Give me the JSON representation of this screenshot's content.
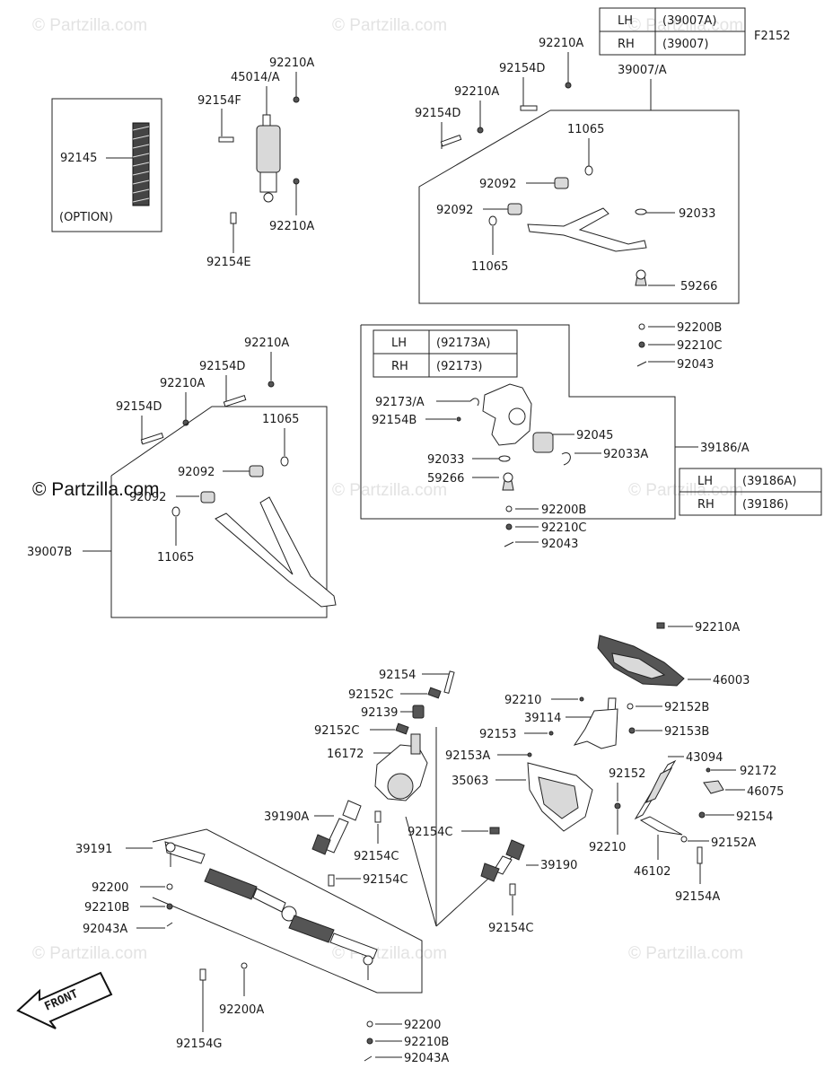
{
  "diagram_code": "F2152",
  "watermark": "© Partzilla.com",
  "watermark_main": "© Partzilla.com",
  "front_label": "FRONT",
  "option_label": "(OPTION)",
  "tables": {
    "arm_upper": {
      "lh_label": "LH",
      "lh_value": "(39007A)",
      "rh_label": "RH",
      "rh_value": "(39007)"
    },
    "knuckle_part": {
      "lh_label": "LH",
      "lh_value": "(92173A)",
      "rh_label": "RH",
      "rh_value": "(92173)"
    },
    "knuckle": {
      "lh_label": "LH",
      "lh_value": "(39186A)",
      "rh_label": "RH",
      "rh_value": "(39186)"
    }
  },
  "labels": {
    "l92145": "92145",
    "l92210A_1": "92210A",
    "l45014A": "45014/A",
    "l92154F": "92154F",
    "l92210A_2": "92210A",
    "l92154E": "92154E",
    "l92210A_3": "92210A",
    "l92154D_1": "92154D",
    "l92210A_4": "92210A",
    "l92154D_2": "92154D",
    "l39007A": "39007/A",
    "l11065_1": "11065",
    "l92092_1": "92092",
    "l92092_2": "92092",
    "l92033_1": "92033",
    "l11065_2": "11065",
    "l59266_1": "59266",
    "l92200B_1": "92200B",
    "l92210C_1": "92210C",
    "l92043_1": "92043",
    "l92210A_5": "92210A",
    "l92154D_3": "92154D",
    "l92210A_6": "92210A",
    "l92154D_4": "92154D",
    "l11065_3": "11065",
    "l92092_3": "92092",
    "l92092_4": "92092",
    "l11065_4": "11065",
    "l39007B": "39007B",
    "l92173A": "92173/A",
    "l92154B": "92154B",
    "l92045": "92045",
    "l92033A": "92033A",
    "l92033_2": "92033",
    "l59266_2": "59266",
    "l39186A": "39186/A",
    "l92200B_2": "92200B",
    "l92210C_2": "92210C",
    "l92043_2": "92043",
    "l92210A_7": "92210A",
    "l46003": "46003",
    "l92154_1": "92154",
    "l92152C_1": "92152C",
    "l92139": "92139",
    "l92152C_2": "92152C",
    "l16172": "16172",
    "l92210_1": "92210",
    "l92152B": "92152B",
    "l39114": "39114",
    "l92153": "92153",
    "l92153B": "92153B",
    "l92153A": "92153A",
    "l43094": "43094",
    "l92172": "92172",
    "l35063": "35063",
    "l92152_1": "92152",
    "l46075": "46075",
    "l39190A": "39190A",
    "l92154_2": "92154",
    "l92154C_1": "92154C",
    "l92154C_2": "92154C",
    "l92210_2": "92210",
    "l92152A": "92152A",
    "l46102": "46102",
    "l39190": "39190",
    "l92154C_3": "92154C",
    "l92154A": "92154A",
    "l39191": "39191",
    "l92200_1": "92200",
    "l92210B_1": "92210B",
    "l92043A_1": "92043A",
    "l92154C_4": "92154C",
    "l92200A": "92200A",
    "l92154G": "92154G",
    "l92200_2": "92200",
    "l92210B_2": "92210B",
    "l92043A_2": "92043A"
  }
}
